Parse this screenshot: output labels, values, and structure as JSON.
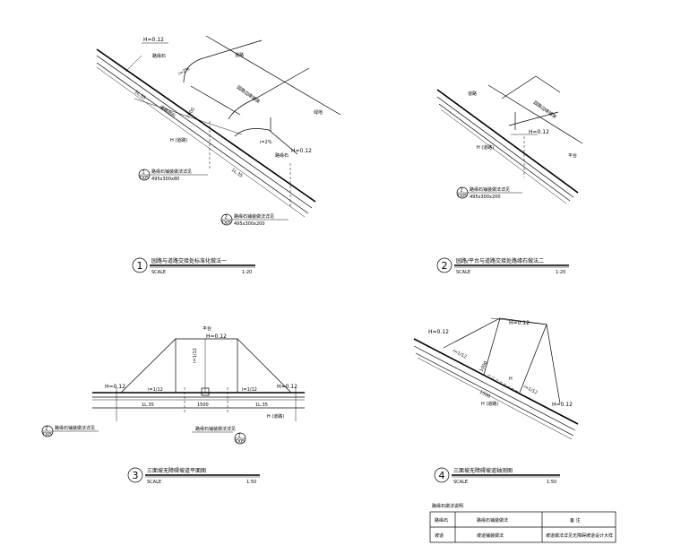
{
  "drawings": [
    {
      "id": "1",
      "number": "1",
      "title": "园路与道路交接处标准化做法一",
      "scale_label": "SCALE",
      "scale_value": "1:20",
      "labels": {
        "h1": "H=0.12",
        "h2": "H=0.12",
        "curb_label": "路缘石",
        "road": "道路",
        "park": "绿地",
        "path_note": "园路边缘铺装",
        "curb_edge": "道路侧石",
        "slope1": "i=2%",
        "slope2": "i=2%",
        "dim1": "1L.35",
        "dim2": "1L.35",
        "dim3": "1000",
        "h_label": "H (道路)",
        "side": "路缘石"
      },
      "callouts": [
        {
          "top": "1",
          "bottom": "D05",
          "text": "路缘石铺装做法详见",
          "size": "495x300x80"
        },
        {
          "top": "2",
          "bottom": "D05",
          "text": "路缘石铺装做法详见",
          "size": "495x300x200"
        }
      ]
    },
    {
      "id": "2",
      "number": "2",
      "title": "园路/平台与道路交接处路缘石做法二",
      "scale_label": "SCALE",
      "scale_value": "1:20",
      "labels": {
        "road": "道路",
        "path_note": "园路边缘铺装",
        "h": "H=0.12",
        "h_road": "H (道路)",
        "platform": "平台"
      },
      "callouts": [
        {
          "top": "2",
          "bottom": "D05",
          "text": "路缘石铺装做法详见",
          "size": "495x300x200"
        }
      ]
    },
    {
      "id": "3",
      "number": "3",
      "title": "三面坡无障碍坡道平面图",
      "scale_label": "SCALE",
      "scale_value": "1:50",
      "labels": {
        "top": "平台",
        "h_top": "H=0.12",
        "h_left": "H=0.12",
        "h_right": "H=0.12",
        "i1": "i=1/12",
        "i2": "i=1/12",
        "i_mid": "i=1/12",
        "dim_l": "1L.35",
        "dim_m": "1500",
        "dim_r": "1L.35",
        "h_road": "H (道路)",
        "note": "路缘石铺装做法详见"
      },
      "callouts": [
        {
          "top": "2",
          "bottom": "D05",
          "text": "路缘石铺装做法详见"
        },
        {
          "top": "2",
          "bottom": "D05",
          "text": "路缘石铺装做法详见"
        }
      ]
    },
    {
      "id": "4",
      "number": "4",
      "title": "三面坡无障碍坡道轴测图",
      "scale_label": "SCALE",
      "scale_value": "1:50",
      "labels": {
        "h_top": "H=0.12",
        "h_left": "H=0.12",
        "h_right": "H=0.12",
        "i1": "i=1/12",
        "i2": "i=1/12",
        "dim": "1000",
        "dim2": "1500",
        "h_road": "H (道路)",
        "h_mid": "H"
      }
    }
  ],
  "legend_table": {
    "caption": "路缘石做法说明",
    "rows": [
      [
        "路缘石",
        "路缘石铺装做法",
        "备  注"
      ],
      [
        "坡道",
        "坡道铺装做法",
        "坡道做法详见无障碍坡道设计大样"
      ]
    ]
  }
}
